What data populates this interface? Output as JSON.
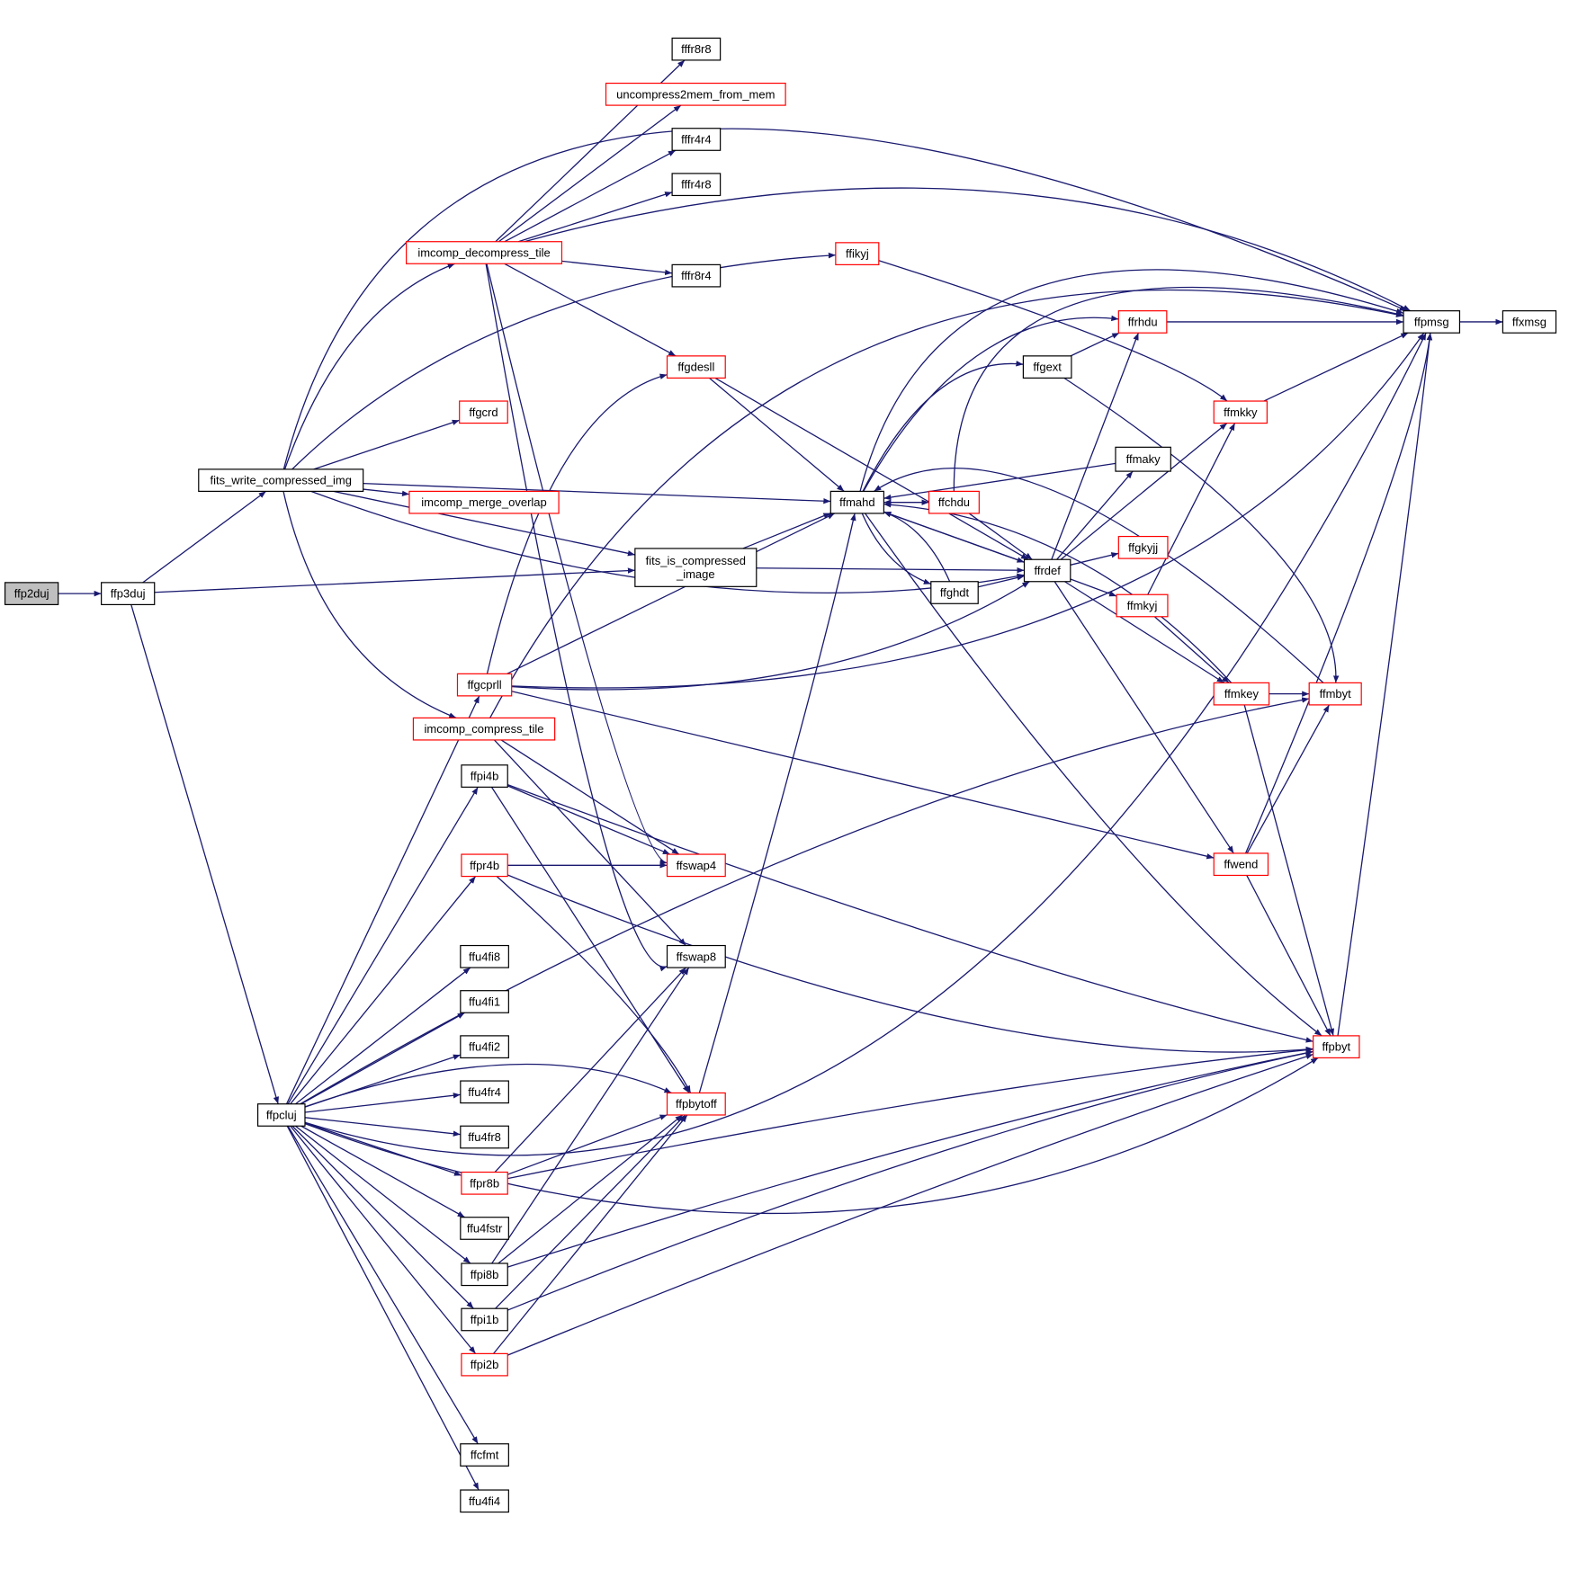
{
  "colors": {
    "edge": "#191970",
    "border_default": "#000000",
    "border_truncated": "#ff0000",
    "root_fill": "#bfbfbf",
    "node_fill": "#ffffff"
  },
  "nodes": [
    {
      "id": "ffp2duj",
      "label": "ffp2duj",
      "style": "root"
    },
    {
      "id": "ffp3duj",
      "label": "ffp3duj",
      "style": "default"
    },
    {
      "id": "fits_write_compressed_img",
      "label": "fits_write_compressed_img",
      "style": "default"
    },
    {
      "id": "ffpcluj",
      "label": "ffpcluj",
      "style": "default"
    },
    {
      "id": "fffr8r8",
      "label": "fffr8r8",
      "style": "default"
    },
    {
      "id": "uncompress2mem_from_mem",
      "label": "uncompress2mem_from_mem",
      "style": "truncated"
    },
    {
      "id": "fffr4r4",
      "label": "fffr4r4",
      "style": "default"
    },
    {
      "id": "fffr4r8",
      "label": "fffr4r8",
      "style": "default"
    },
    {
      "id": "imcomp_decompress_tile",
      "label": "imcomp_decompress_tile",
      "style": "truncated"
    },
    {
      "id": "fffr8r4",
      "label": "fffr8r4",
      "style": "default"
    },
    {
      "id": "ffgdesll",
      "label": "ffgdesll",
      "style": "truncated"
    },
    {
      "id": "ffgcrd",
      "label": "ffgcrd",
      "style": "truncated"
    },
    {
      "id": "imcomp_merge_overlap",
      "label": "imcomp_merge_overlap",
      "style": "truncated"
    },
    {
      "id": "fits_is_compressed_image",
      "label": "fits_is_compressed\n_image",
      "style": "default"
    },
    {
      "id": "ffgcprll",
      "label": "ffgcprll",
      "style": "truncated"
    },
    {
      "id": "imcomp_compress_tile",
      "label": "imcomp_compress_tile",
      "style": "truncated"
    },
    {
      "id": "ffpi4b",
      "label": "ffpi4b",
      "style": "default"
    },
    {
      "id": "ffpr4b",
      "label": "ffpr4b",
      "style": "truncated"
    },
    {
      "id": "ffswap4",
      "label": "ffswap4",
      "style": "truncated"
    },
    {
      "id": "ffswap8",
      "label": "ffswap8",
      "style": "default"
    },
    {
      "id": "ffu4fi8",
      "label": "ffu4fi8",
      "style": "default"
    },
    {
      "id": "ffu4fi1",
      "label": "ffu4fi1",
      "style": "default"
    },
    {
      "id": "ffu4fi2",
      "label": "ffu4fi2",
      "style": "default"
    },
    {
      "id": "ffu4fr4",
      "label": "ffu4fr4",
      "style": "default"
    },
    {
      "id": "ffu4fr8",
      "label": "ffu4fr8",
      "style": "default"
    },
    {
      "id": "ffpbytoff",
      "label": "ffpbytoff",
      "style": "truncated"
    },
    {
      "id": "ffpr8b",
      "label": "ffpr8b",
      "style": "truncated"
    },
    {
      "id": "ffu4fstr",
      "label": "ffu4fstr",
      "style": "default"
    },
    {
      "id": "ffpi8b",
      "label": "ffpi8b",
      "style": "default"
    },
    {
      "id": "ffpi1b",
      "label": "ffpi1b",
      "style": "default"
    },
    {
      "id": "ffpi2b",
      "label": "ffpi2b",
      "style": "truncated"
    },
    {
      "id": "ffcfmt",
      "label": "ffcfmt",
      "style": "default"
    },
    {
      "id": "ffu4fi4",
      "label": "ffu4fi4",
      "style": "default"
    },
    {
      "id": "ffikyj",
      "label": "ffikyj",
      "style": "truncated"
    },
    {
      "id": "ffmahd",
      "label": "ffmahd",
      "style": "default"
    },
    {
      "id": "ffchdu",
      "label": "ffchdu",
      "style": "truncated"
    },
    {
      "id": "ffghdt",
      "label": "ffghdt",
      "style": "default"
    },
    {
      "id": "ffgext",
      "label": "ffgext",
      "style": "default"
    },
    {
      "id": "ffrhdu",
      "label": "ffrhdu",
      "style": "truncated"
    },
    {
      "id": "ffmaky",
      "label": "ffmaky",
      "style": "default"
    },
    {
      "id": "ffrdef",
      "label": "ffrdef",
      "style": "default"
    },
    {
      "id": "ffgkyjj",
      "label": "ffgkyjj",
      "style": "truncated"
    },
    {
      "id": "ffmkyj",
      "label": "ffmkyj",
      "style": "truncated"
    },
    {
      "id": "ffmkky",
      "label": "ffmkky",
      "style": "truncated"
    },
    {
      "id": "ffmkey",
      "label": "ffmkey",
      "style": "truncated"
    },
    {
      "id": "ffwend",
      "label": "ffwend",
      "style": "truncated"
    },
    {
      "id": "ffpbyt",
      "label": "ffpbyt",
      "style": "truncated"
    },
    {
      "id": "ffmbyt",
      "label": "ffmbyt",
      "style": "truncated"
    },
    {
      "id": "ffpmsg",
      "label": "ffpmsg",
      "style": "default"
    },
    {
      "id": "ffxmsg",
      "label": "ffxmsg",
      "style": "default"
    }
  ],
  "edges": [
    [
      "ffp2duj",
      "ffp3duj"
    ],
    [
      "ffp3duj",
      "fits_write_compressed_img"
    ],
    [
      "ffp3duj",
      "fits_is_compressed_image"
    ],
    [
      "ffp3duj",
      "ffpcluj"
    ],
    [
      "fits_write_compressed_img",
      "ffpmsg"
    ],
    [
      "fits_write_compressed_img",
      "imcomp_decompress_tile"
    ],
    [
      "fits_write_compressed_img",
      "ffikyj"
    ],
    [
      "fits_write_compressed_img",
      "ffgcrd"
    ],
    [
      "fits_write_compressed_img",
      "ffmahd"
    ],
    [
      "fits_write_compressed_img",
      "imcomp_merge_overlap"
    ],
    [
      "fits_write_compressed_img",
      "fits_is_compressed_image"
    ],
    [
      "fits_write_compressed_img",
      "ffrdef"
    ],
    [
      "fits_write_compressed_img",
      "imcomp_compress_tile"
    ],
    [
      "imcomp_decompress_tile",
      "fffr8r8"
    ],
    [
      "imcomp_decompress_tile",
      "uncompress2mem_from_mem"
    ],
    [
      "imcomp_decompress_tile",
      "fffr4r4"
    ],
    [
      "imcomp_decompress_tile",
      "fffr4r8"
    ],
    [
      "imcomp_decompress_tile",
      "fffr8r4"
    ],
    [
      "imcomp_decompress_tile",
      "ffgdesll"
    ],
    [
      "imcomp_decompress_tile",
      "ffpmsg"
    ],
    [
      "imcomp_decompress_tile",
      "ffswap4"
    ],
    [
      "imcomp_decompress_tile",
      "ffswap8"
    ],
    [
      "ffgdesll",
      "ffmahd"
    ],
    [
      "ffgdesll",
      "ffrdef"
    ],
    [
      "fits_is_compressed_image",
      "ffmahd"
    ],
    [
      "fits_is_compressed_image",
      "ffrdef"
    ],
    [
      "ffgcprll",
      "ffgdesll"
    ],
    [
      "ffgcprll",
      "ffmahd"
    ],
    [
      "ffgcprll",
      "ffrdef"
    ],
    [
      "ffgcprll",
      "ffwend"
    ],
    [
      "ffgcprll",
      "ffpmsg"
    ],
    [
      "imcomp_compress_tile",
      "ffpmsg"
    ],
    [
      "imcomp_compress_tile",
      "ffswap4"
    ],
    [
      "imcomp_compress_tile",
      "ffswap8"
    ],
    [
      "ffpcluj",
      "ffgcprll"
    ],
    [
      "ffpcluj",
      "ffpi4b"
    ],
    [
      "ffpcluj",
      "ffpr4b"
    ],
    [
      "ffpcluj",
      "ffu4fi8"
    ],
    [
      "ffpcluj",
      "ffu4fi1"
    ],
    [
      "ffpcluj",
      "ffu4fi2"
    ],
    [
      "ffpcluj",
      "ffu4fr4"
    ],
    [
      "ffpcluj",
      "ffu4fr8"
    ],
    [
      "ffpcluj",
      "ffpr8b"
    ],
    [
      "ffpcluj",
      "ffu4fstr"
    ],
    [
      "ffpcluj",
      "ffpi8b"
    ],
    [
      "ffpcluj",
      "ffpi1b"
    ],
    [
      "ffpcluj",
      "ffpi2b"
    ],
    [
      "ffpcluj",
      "ffcfmt"
    ],
    [
      "ffpcluj",
      "ffu4fi4"
    ],
    [
      "ffpcluj",
      "ffpbytoff"
    ],
    [
      "ffpcluj",
      "ffmbyt"
    ],
    [
      "ffpcluj",
      "ffpbyt"
    ],
    [
      "ffpcluj",
      "ffpmsg"
    ],
    [
      "ffpi4b",
      "ffswap4"
    ],
    [
      "ffpi4b",
      "ffpbytoff"
    ],
    [
      "ffpi4b",
      "ffpbyt"
    ],
    [
      "ffpr4b",
      "ffswap4"
    ],
    [
      "ffpr4b",
      "ffpbytoff"
    ],
    [
      "ffpr4b",
      "ffpbyt"
    ],
    [
      "ffpr8b",
      "ffswap8"
    ],
    [
      "ffpr8b",
      "ffpbytoff"
    ],
    [
      "ffpr8b",
      "ffpbyt"
    ],
    [
      "ffpi8b",
      "ffswap8"
    ],
    [
      "ffpi8b",
      "ffpbytoff"
    ],
    [
      "ffpi8b",
      "ffpbyt"
    ],
    [
      "ffpi1b",
      "ffpbytoff"
    ],
    [
      "ffpi1b",
      "ffpbyt"
    ],
    [
      "ffpi2b",
      "ffpbytoff"
    ],
    [
      "ffpi2b",
      "ffpbyt"
    ],
    [
      "ffpbytoff",
      "ffmahd"
    ],
    [
      "ffikyj",
      "ffmkky"
    ],
    [
      "ffmahd",
      "ffpmsg"
    ],
    [
      "ffmahd",
      "ffrhdu"
    ],
    [
      "ffmahd",
      "ffgext"
    ],
    [
      "ffmahd",
      "ffchdu"
    ],
    [
      "ffmahd",
      "ffghdt"
    ],
    [
      "ffmahd",
      "ffrdef"
    ],
    [
      "ffmahd",
      "ffpbyt"
    ],
    [
      "ffchdu",
      "ffmahd"
    ],
    [
      "ffchdu",
      "ffrdef"
    ],
    [
      "ffchdu",
      "ffpmsg"
    ],
    [
      "ffghdt",
      "ffmahd"
    ],
    [
      "ffghdt",
      "ffrdef"
    ],
    [
      "ffgext",
      "ffrhdu"
    ],
    [
      "ffgext",
      "ffmbyt"
    ],
    [
      "ffrhdu",
      "ffpmsg"
    ],
    [
      "ffmaky",
      "ffmahd"
    ],
    [
      "ffrdef",
      "ffmahd"
    ],
    [
      "ffrdef",
      "ffrhdu"
    ],
    [
      "ffrdef",
      "ffmaky"
    ],
    [
      "ffrdef",
      "ffmkky"
    ],
    [
      "ffrdef",
      "ffgkyjj"
    ],
    [
      "ffrdef",
      "ffmkyj"
    ],
    [
      "ffrdef",
      "ffmkey"
    ],
    [
      "ffrdef",
      "ffwend"
    ],
    [
      "ffmkyj",
      "ffmkky"
    ],
    [
      "ffmkyj",
      "ffmkey"
    ],
    [
      "ffmkky",
      "ffpmsg"
    ],
    [
      "ffmkey",
      "ffmahd"
    ],
    [
      "ffmkey",
      "ffmbyt"
    ],
    [
      "ffmkey",
      "ffpbyt"
    ],
    [
      "ffwend",
      "ffmbyt"
    ],
    [
      "ffwend",
      "ffpbyt"
    ],
    [
      "ffwend",
      "ffpmsg"
    ],
    [
      "ffmbyt",
      "ffmahd"
    ],
    [
      "ffpbyt",
      "ffpmsg"
    ],
    [
      "ffpmsg",
      "ffxmsg"
    ]
  ]
}
